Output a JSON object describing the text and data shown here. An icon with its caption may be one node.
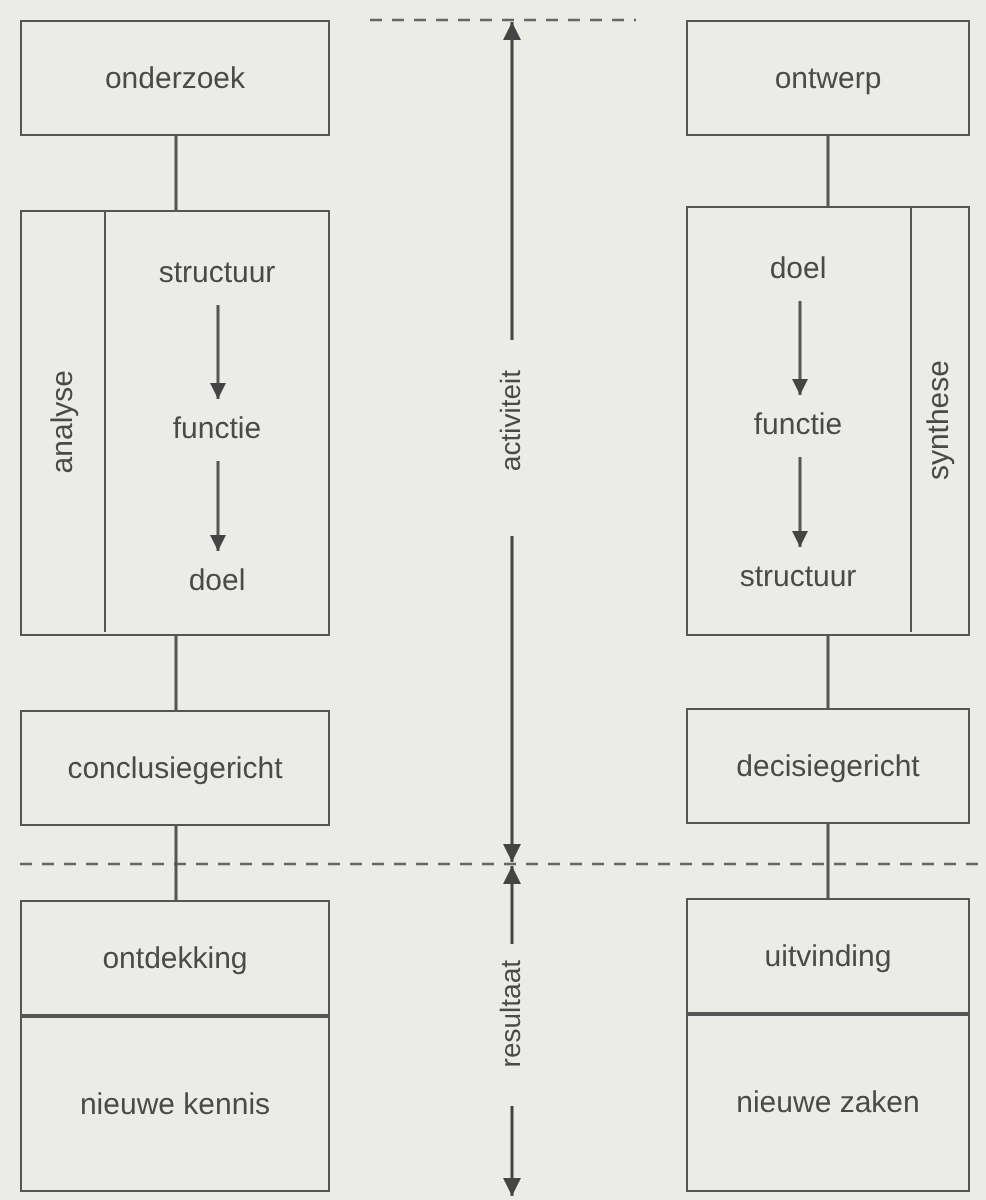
{
  "diagram": {
    "nodes": [
      {
        "text": [
          "onderzoek"
        ]
      },
      {
        "text": [],
        "shape": "box"
      },
      {
        "text": [
          "analyse"
        ],
        "in": 1
      },
      {
        "text": [
          "structuur"
        ],
        "in": 1
      },
      {
        "text": [
          "functie"
        ],
        "in": 1
      },
      {
        "text": [
          "doel"
        ],
        "in": 1
      },
      {
        "text": [
          "conclusiegericht"
        ]
      },
      {
        "text": [
          "ontdekking"
        ]
      },
      {
        "text": [
          "nieuwe kennis"
        ]
      },
      {
        "text": [
          "ontwerp"
        ]
      },
      {
        "text": [],
        "shape": "box"
      },
      {
        "text": [
          "doel"
        ],
        "in": 10
      },
      {
        "text": [
          "functie"
        ],
        "in": 10
      },
      {
        "text": [
          "structuur"
        ],
        "in": 10
      },
      {
        "text": [
          "synthese"
        ],
        "in": 10
      },
      {
        "text": [
          "decisiegericht"
        ]
      },
      {
        "text": [
          "uitvinding"
        ]
      },
      {
        "text": [
          "nieuwe zaken"
        ]
      }
    ],
    "edges": [
      {
        "from": 0,
        "to": 1,
        "arrow": "none"
      },
      {
        "from": 3,
        "to": 4,
        "arrow": "to"
      },
      {
        "from": 4,
        "to": 5,
        "arrow": "to"
      },
      {
        "from": 1,
        "to": 6,
        "arrow": "none"
      },
      {
        "from": 6,
        "to": 7,
        "arrow": "none"
      },
      {
        "from": 9,
        "to": 10,
        "arrow": "none"
      },
      {
        "from": 11,
        "to": 12,
        "arrow": "to"
      },
      {
        "from": 12,
        "to": 13,
        "arrow": "to"
      },
      {
        "from": 10,
        "to": 15,
        "arrow": "none"
      },
      {
        "from": 15,
        "to": 16,
        "arrow": "none"
      }
    ],
    "labels": [
      "activiteit",
      "resultaat"
    ]
  }
}
